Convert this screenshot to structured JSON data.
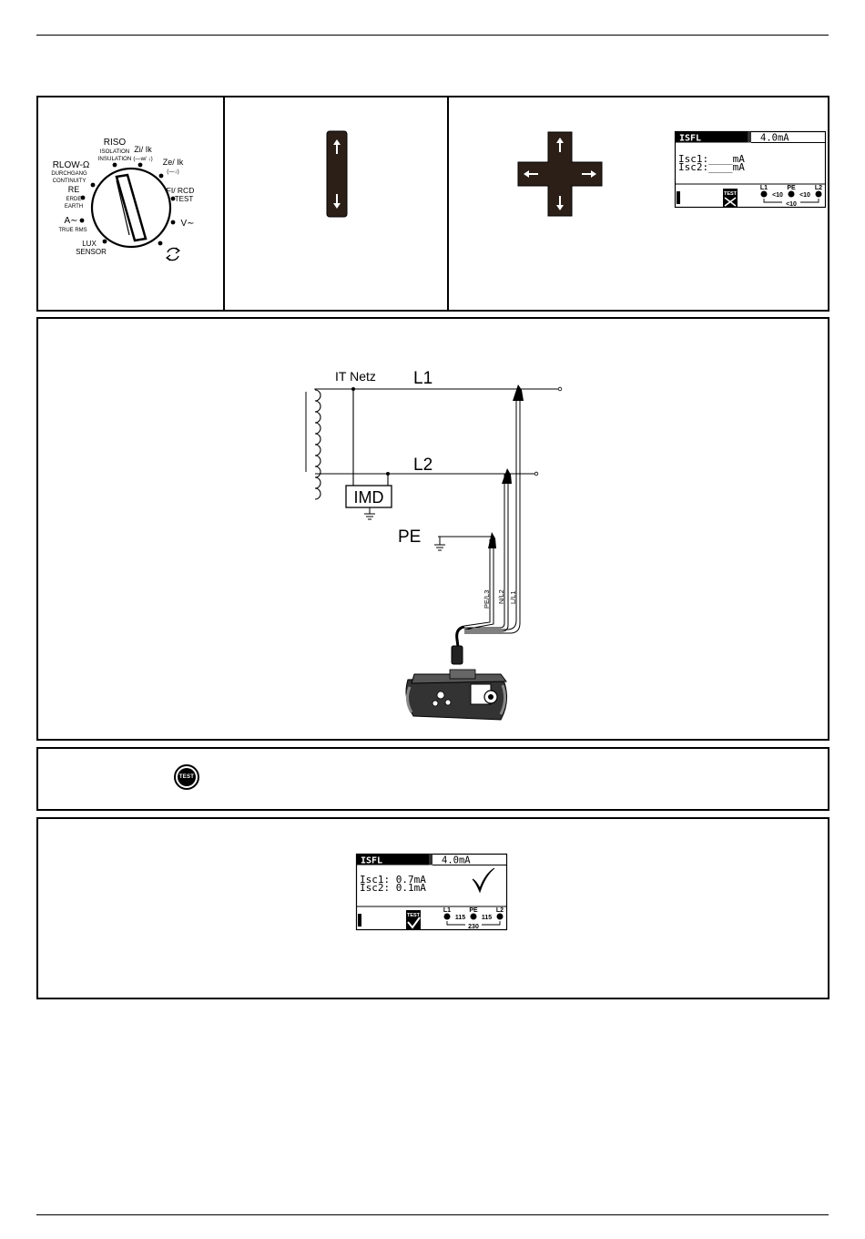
{
  "rotary_switch": {
    "labels": {
      "riso": "RISO",
      "riso_sub1": "ISOLATION",
      "riso_sub2": "INSULATION",
      "zi": "Zi/ Ik",
      "zi_sub": "(—w/ ↓)",
      "ze": "Ze/ Ik",
      "ze_sub": "(—↓)",
      "rlow": "RLOW-Ω",
      "rlow_sub1": "DURCHGANG",
      "rlow_sub2": "CONTINUITY",
      "re": "RE",
      "re_sub1": "ERDE",
      "re_sub2": "EARTH",
      "rcd": "FI/ RCD",
      "rcd_sub": "TEST",
      "v": "V∼",
      "a": "A∼",
      "a_sub": "TRUE RMS",
      "lux": "LUX",
      "lux_sub": "SENSOR"
    }
  },
  "lcd_initial": {
    "function": "ISFL",
    "limit": "4.0mA",
    "line1": "Isc1:____mA",
    "line2": "Isc2:____mA",
    "test_label": "TEST",
    "l1": "L1",
    "pe": "PE",
    "l2": "L2",
    "v_l1_pe": "<10",
    "v_pe_l2": "<10",
    "v_l1_l2": "<10"
  },
  "diagram": {
    "system": "IT Netz",
    "l1": "L1",
    "l2": "L2",
    "imd": "IMD",
    "pe": "PE",
    "lead_pe": "PE/L3",
    "lead_n": "N/L2",
    "lead_l": "L/L1"
  },
  "test_key": {
    "label": "TEST"
  },
  "lcd_result": {
    "function": "ISFL",
    "limit": "4.0mA",
    "line1": "Isc1: 0.7mA",
    "line2": "Isc2: 0.1mA",
    "test_label": "TEST",
    "l1": "L1",
    "pe": "PE",
    "l2": "L2",
    "v_l1_pe": "115",
    "v_pe_l2": "115",
    "v_l1_l2": "230"
  }
}
